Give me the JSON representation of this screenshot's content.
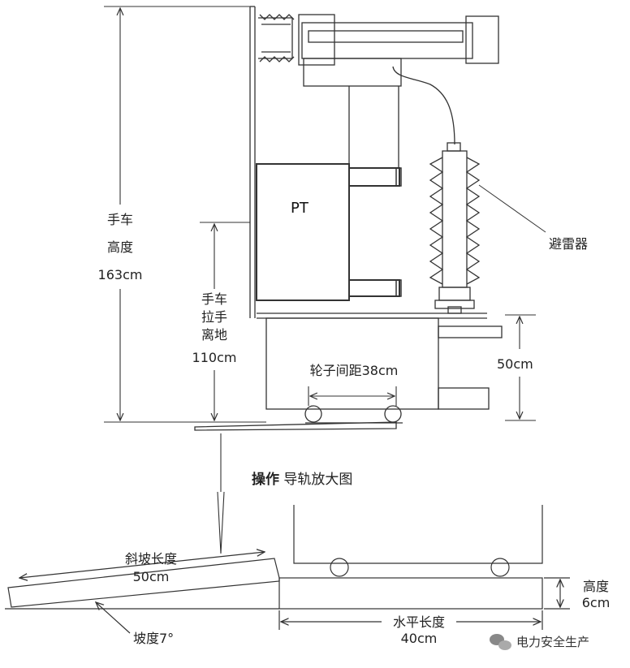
{
  "labels": {
    "handcart_height": [
      "手车",
      "高度",
      "163cm"
    ],
    "handle_height": [
      "手车",
      "拉手",
      "离地",
      "110cm"
    ],
    "pt": "PT",
    "arrester": "避雷器",
    "wheel_spacing": "轮子间距38cm",
    "cabinet_height": "50cm",
    "detail_title_bold": "操作",
    "detail_title_rest": " 导轨放大图",
    "slope_length": [
      "斜坡长度",
      "50cm"
    ],
    "slope_angle": "坡度7°",
    "rail_length": [
      "水平长度",
      "40cm"
    ],
    "rail_height": [
      "高度",
      "6cm"
    ],
    "watermark": "电力安全生产"
  },
  "icons": {
    "watermark_logo": "wechat-logo-icon"
  }
}
